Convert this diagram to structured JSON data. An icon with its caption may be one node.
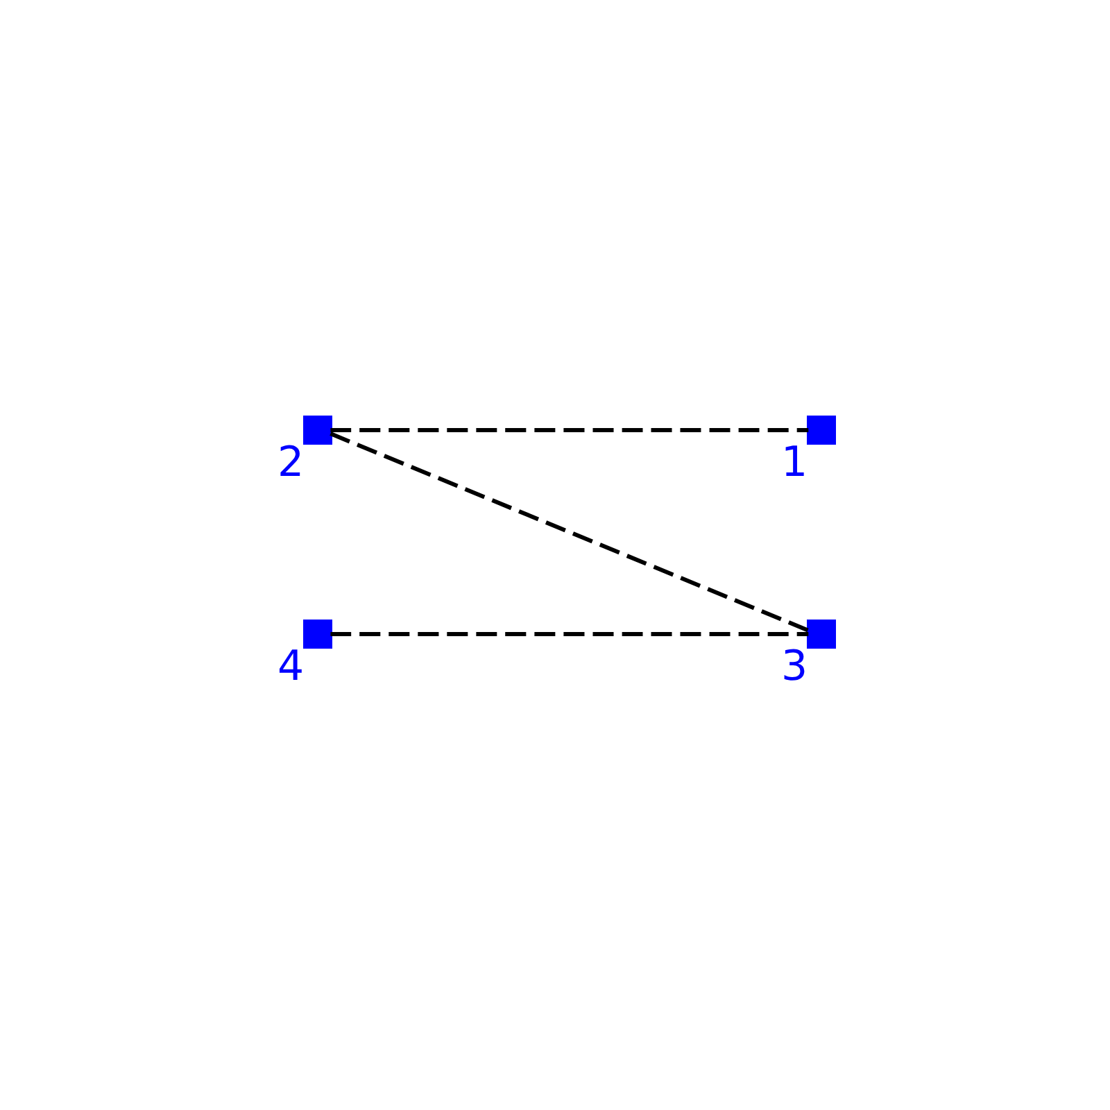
{
  "diagram": {
    "nodes": [
      {
        "text": [],
        "shape": "box",
        "beside": [
          "1"
        ]
      },
      {
        "text": [],
        "shape": "box",
        "beside": [
          "2"
        ]
      },
      {
        "text": [],
        "shape": "box",
        "beside": [
          "3"
        ]
      },
      {
        "text": [],
        "shape": "box",
        "beside": [
          "4"
        ]
      }
    ],
    "edges": [
      {
        "from": 1,
        "to": 0,
        "arrow": "none",
        "style": "dashed"
      },
      {
        "from": 1,
        "to": 2,
        "arrow": "none",
        "style": "dashed"
      },
      {
        "from": 3,
        "to": 2,
        "arrow": "none",
        "style": "dashed"
      }
    ]
  }
}
